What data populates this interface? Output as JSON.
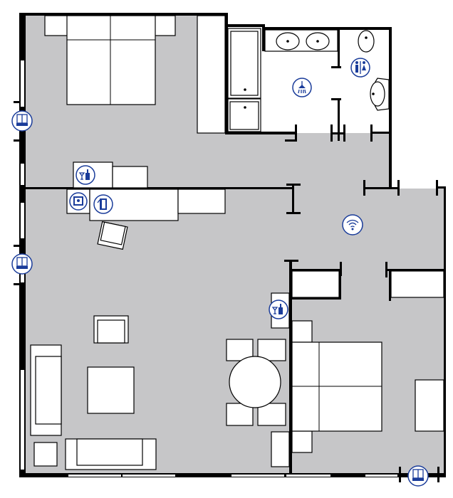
{
  "colors": {
    "floor": "#c6c6c8",
    "wall": "#000000",
    "furniture": "#ffffff",
    "icon": "#1a3c9a"
  },
  "rooms": [
    "bedroom",
    "bathroom",
    "wc",
    "living-room",
    "second-bedroom",
    "hallway"
  ],
  "icons": [
    "radiator-icon",
    "radiator-icon",
    "radiator-icon",
    "shower-icon",
    "toilet-icon",
    "minibar-icon",
    "minibar-icon",
    "safe-icon",
    "kettle-icon",
    "wifi-icon"
  ]
}
